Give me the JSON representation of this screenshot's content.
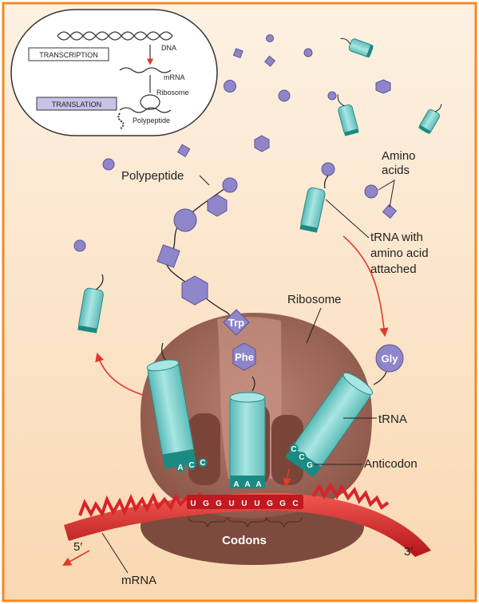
{
  "inset": {
    "transcription": "TRANSCRIPTION",
    "translation": "TRANSLATION",
    "dna": "DNA",
    "mrna": "mRNA",
    "ribosome": "Ribosome",
    "polypeptide": "Polypeptide"
  },
  "labels": {
    "polypeptide": "Polypeptide",
    "amino_acids_1": "Amino",
    "amino_acids_2": "acids",
    "trna_attached_1": "tRNA with",
    "trna_attached_2": "amino acid",
    "trna_attached_3": "attached",
    "ribosome": "Ribosome",
    "trna": "tRNA",
    "anticodon": "Anticodon",
    "codons": "Codons",
    "mrna": "mRNA",
    "five_prime": "5′",
    "three_prime": "3′"
  },
  "amino_tags": {
    "trp": "Trp",
    "phe": "Phe",
    "gly": "Gly"
  },
  "anticodons": {
    "left": [
      "A",
      "C",
      "C"
    ],
    "middle": [
      "A",
      "A",
      "A"
    ],
    "right": [
      "C",
      "C",
      "G"
    ]
  },
  "codons": [
    "U",
    "G",
    "G",
    "U",
    "U",
    "U",
    "G",
    "G",
    "C"
  ],
  "colors": {
    "frame": "#f08a24",
    "background": "#fbe3c6",
    "ribosome": "#a0685a",
    "trna": "#7fd3d1",
    "anticodon": "#1a8a83",
    "amino_acid": "#8f86c9",
    "mrna": "#d8232a",
    "arrow": "#e03a2a"
  }
}
